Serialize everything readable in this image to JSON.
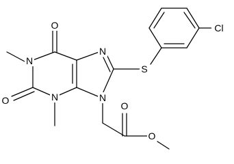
{
  "molecule": {
    "atoms": {
      "o_carbonyl_top": "O",
      "n1_methyl": "N",
      "o_carbonyl_left": "O",
      "n3_methyl": "N",
      "n7": "N",
      "n9": "N",
      "s_thioether": "S",
      "cl": "Cl",
      "o_ester_carbonyl": "O",
      "o_ester_methoxy": "O"
    }
  }
}
